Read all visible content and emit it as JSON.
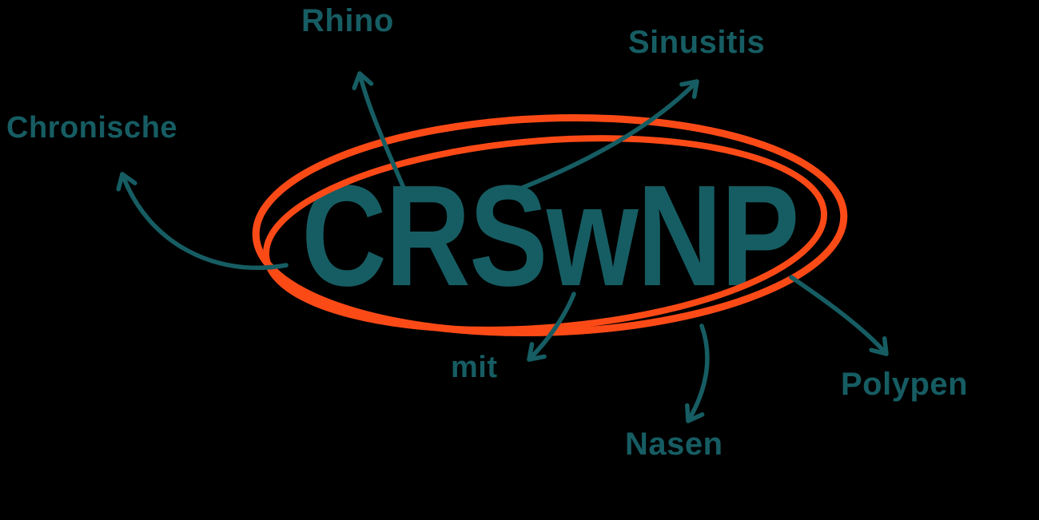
{
  "colors": {
    "teal": "#165D63",
    "orange": "#FC4A17",
    "background": "#000000"
  },
  "acronym": "CRSwNP",
  "labels": {
    "chronische": "Chronische",
    "rhino": "Rhino",
    "sinusitis": "Sinusitis",
    "mit": "mit",
    "nasen": "Nasen",
    "polypen": "Polypen"
  }
}
